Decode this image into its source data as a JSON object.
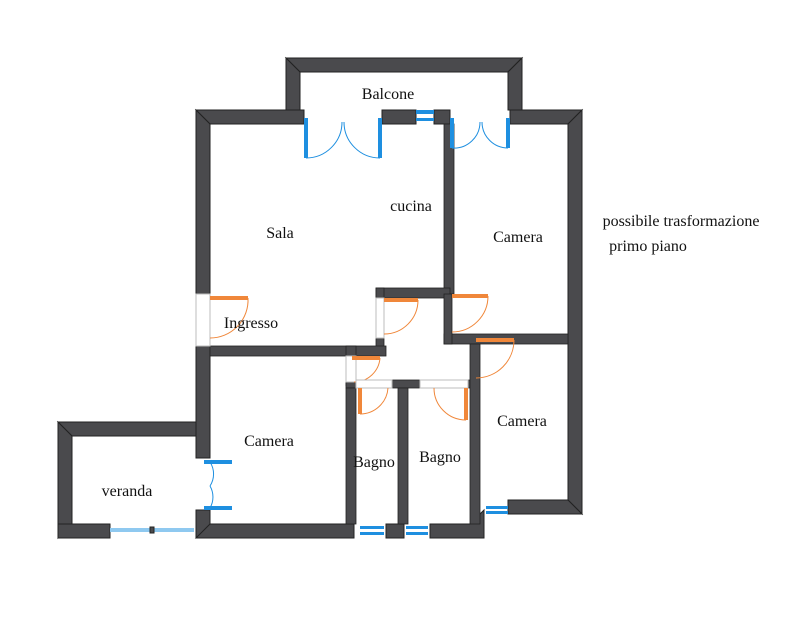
{
  "rooms": {
    "balcone": "Balcone",
    "sala": "Sala",
    "cucina": "cucina",
    "camera_top_right": "Camera",
    "ingresso": "Ingresso",
    "camera_bottom_left": "Camera",
    "bagno_left": "Bagno",
    "bagno_right": "Bagno",
    "camera_bottom_right": "Camera",
    "veranda": "veranda"
  },
  "note": {
    "line1": "possibile trasformazione",
    "line2": "primo piano"
  },
  "colors": {
    "wall": "#4a4a4d",
    "window": "#1e8fe0",
    "door": "#f0873a",
    "background": "#ffffff"
  }
}
